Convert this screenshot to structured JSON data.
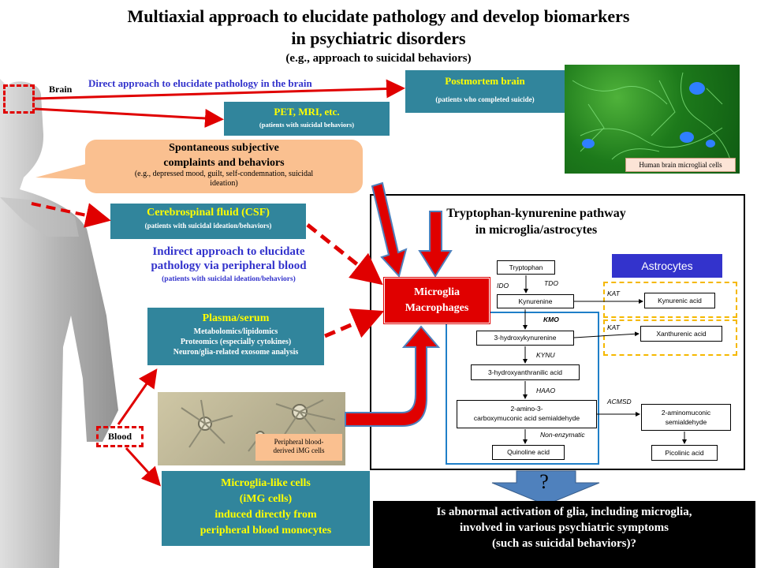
{
  "title": {
    "line1": "Multiaxial approach to elucidate pathology and develop biomarkers",
    "line2": "in psychiatric disorders",
    "line3": "(e.g., approach to suicidal behaviors)"
  },
  "body_labels": {
    "brain": "Brain",
    "blood": "Blood"
  },
  "direct_approach": "Direct approach  to elucidate  pathology  in  the brain",
  "postmortem": {
    "title": "Postmortem brain",
    "sub": "(patients who completed suicide)"
  },
  "microglia_image_label": "Human brain microglial cells",
  "pet": {
    "title": "PET,  MRI, etc.",
    "sub": "(patients with suicidal behaviors)"
  },
  "complaints": {
    "title1": "Spontaneous subjective",
    "title2": "complaints and behaviors",
    "sub1": "(e.g., depressed mood, guilt, self-condemnation, suicidal",
    "sub2": "ideation)"
  },
  "csf": {
    "title": "Cerebrospinal fluid (CSF)",
    "sub": "(patients with suicidal ideation/behaviors)"
  },
  "indirect": {
    "line1": "Indirect approach to elucidate",
    "line2": "pathology via peripheral blood",
    "sub": "(patients  with  suicidal ideation/behaviors)"
  },
  "plasma": {
    "title": "Plasma/serum",
    "item1": "Metabolomics/lipidomics",
    "item2": "Proteomics (especially cytokines)",
    "item3": "Neuron/glia-related exosome analysis"
  },
  "img_cells_label": {
    "line1": "Peripheral blood-",
    "line2": "derived iMG cells"
  },
  "img_box": {
    "line1": "Microglia-like cells",
    "line2": "(iMG cells)",
    "line3": "induced directly from",
    "line4": "peripheral blood monocytes"
  },
  "pathway": {
    "title1": "Tryptophan-kynurenine  pathway",
    "title2": "in microglia/astrocytes",
    "microglia1": "Microglia",
    "microglia2": "Macrophages",
    "astrocytes": "Astrocytes",
    "metabolites": {
      "tryptophan": "Tryptophan",
      "kynurenine": "Kynurenine",
      "kynurenic": "Kynurenic acid",
      "hk": "3-hydroxykynurenine",
      "xanthurenic": "Xanthurenic acid",
      "haa": "3-hydroxyanthranilic acid",
      "acms1": "2-amino-3-",
      "acms2": "carboxymuconic acid semialdehyde",
      "ams1": "2-aminomuconic",
      "ams2": "semialdehyde",
      "quinoline": "Quinoline acid",
      "picolinic": "Picolinic acid"
    },
    "enzymes": {
      "ido": "IDO",
      "tdo": "TDO",
      "kat1": "KAT",
      "kat2": "KAT",
      "kmo": "KMO",
      "kynu": "KYNU",
      "haao": "HAAO",
      "acmsd": "ACMSD",
      "nonenz": "Non-enzymatic"
    }
  },
  "question_mark": "?",
  "bottom": {
    "line1": "Is abnormal  activation of glia, including  microglia,",
    "line2": "involved  in  various  psychiatric  symptoms",
    "line3": "(such as suicidal  behaviors)?"
  },
  "colors": {
    "teal": "#31859c",
    "yellow_text": "#ffff00",
    "red": "#e00000",
    "blue_text": "#3333cc",
    "peach": "#fac090",
    "astro_blue": "#3333cc",
    "frame_blue": "#1f7fc8",
    "frame_yellow": "#f5b800",
    "arrow_blue": "#4f81bd"
  }
}
